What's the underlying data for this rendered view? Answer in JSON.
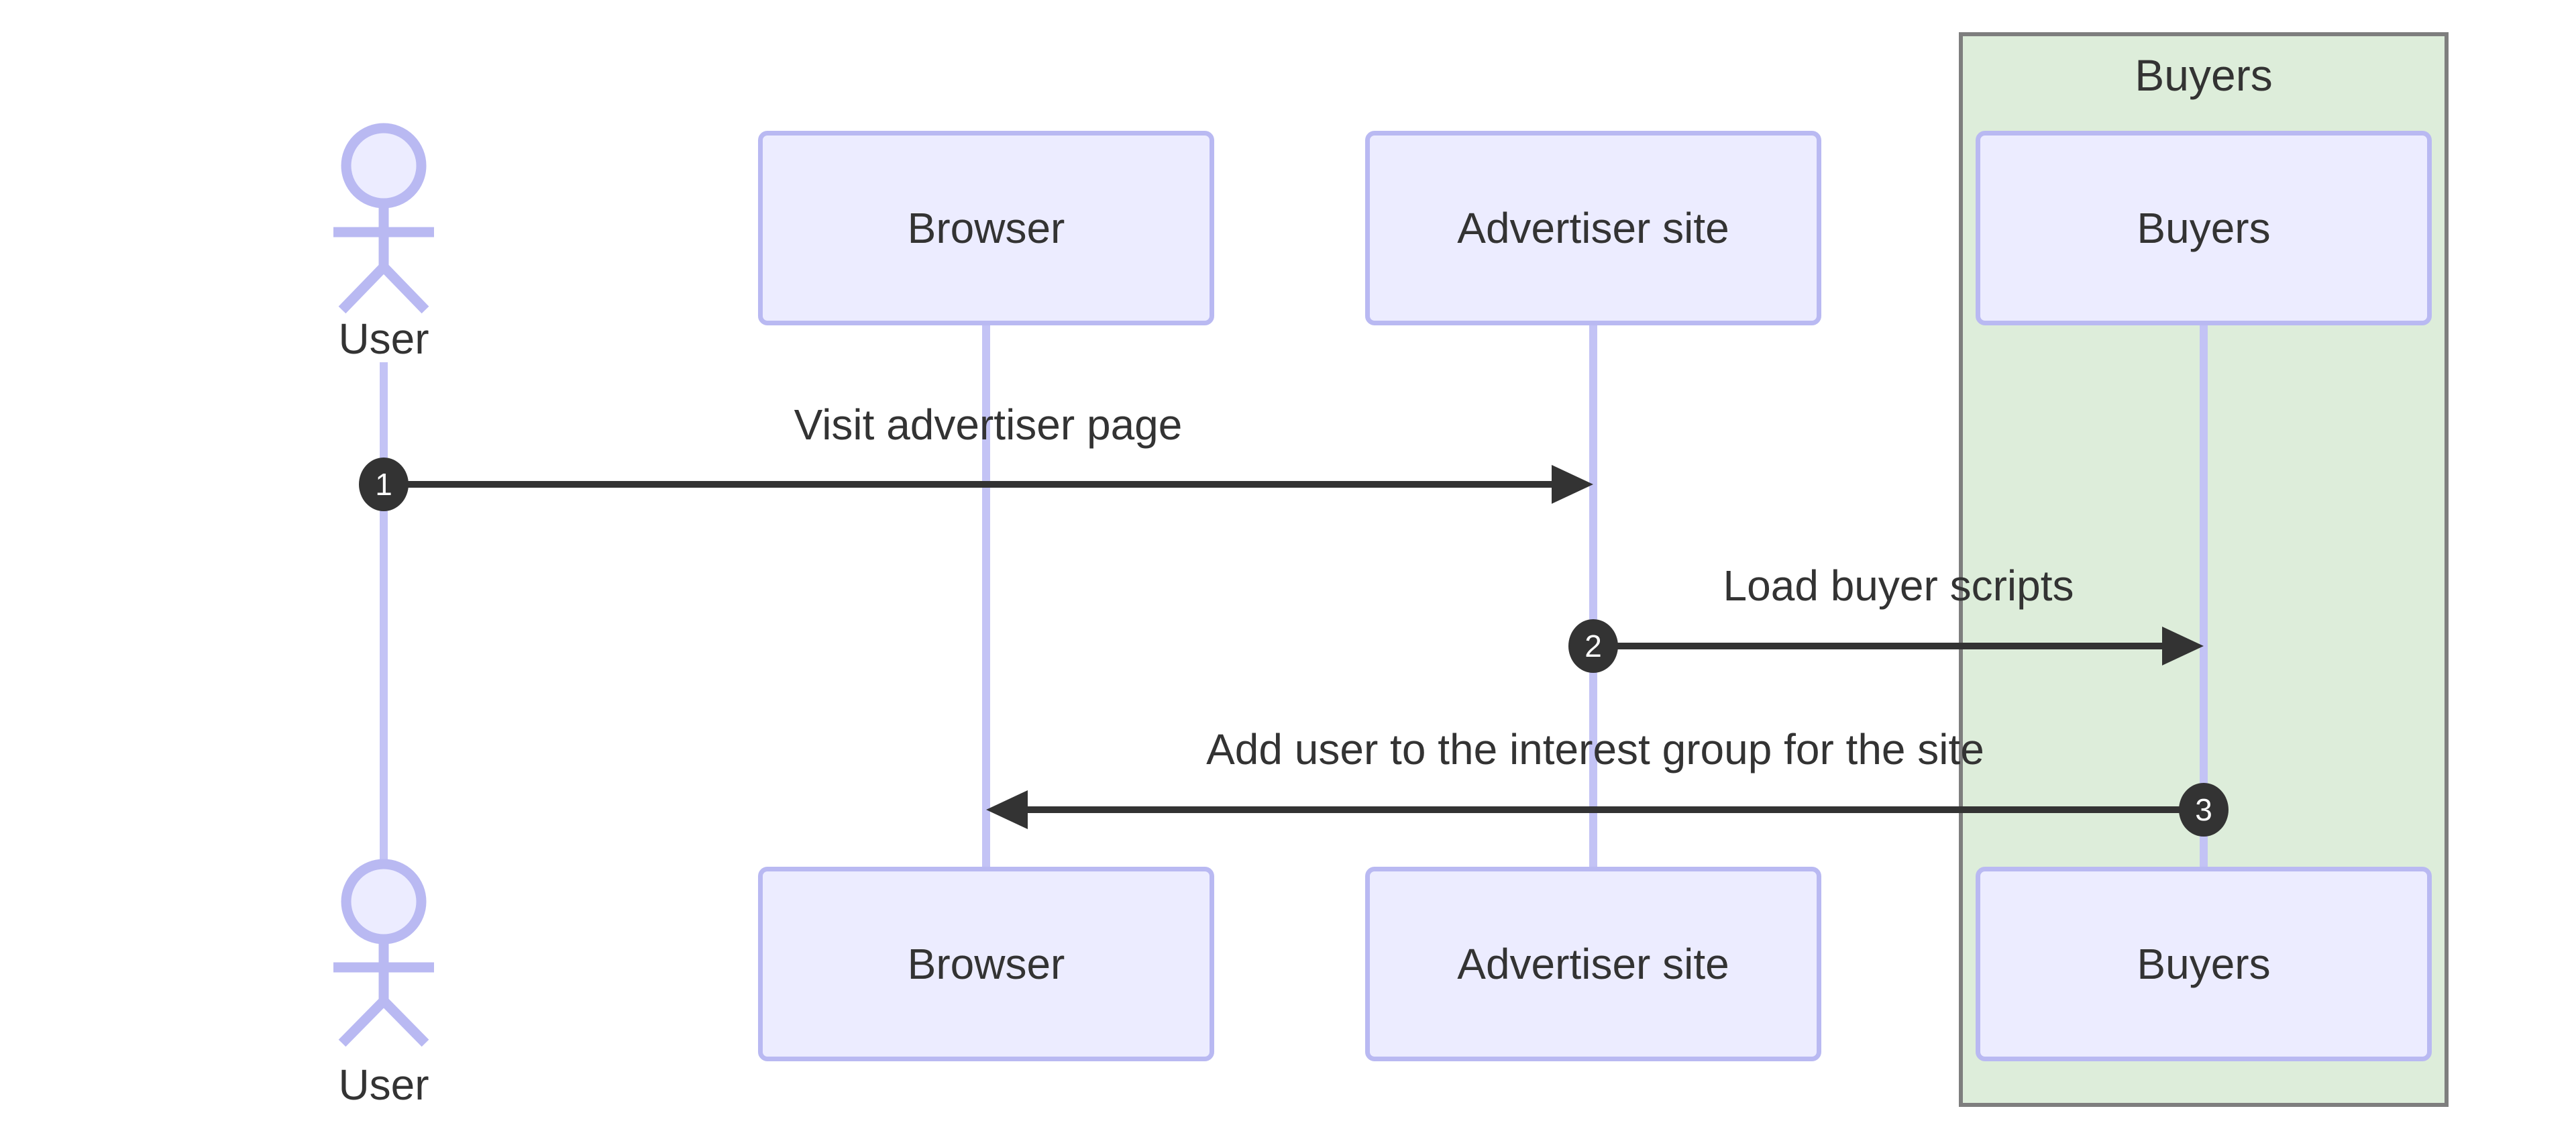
{
  "group": {
    "label": "Buyers"
  },
  "participants": {
    "user": {
      "label": "User"
    },
    "browser": {
      "label": "Browser"
    },
    "advertiser": {
      "label": "Advertiser site"
    },
    "buyers": {
      "label": "Buyers"
    }
  },
  "messages": [
    {
      "seq": "1",
      "text": "Visit advertiser page",
      "from": "User",
      "to": "Advertiser site"
    },
    {
      "seq": "2",
      "text": "Load buyer scripts",
      "from": "Advertiser site",
      "to": "Buyers"
    },
    {
      "seq": "3",
      "text": "Add user to the interest group for the site",
      "from": "Buyers",
      "to": "Browser"
    }
  ],
  "colors": {
    "participant_fill": "#ECECFF",
    "participant_border": "#B9B9F2",
    "lifeline": "#C3C3F5",
    "group_fill": "#DDEDDA",
    "group_border": "#7E7E7E",
    "message": "#333333",
    "badge_fill": "#333333",
    "badge_text": "#FFFFFF",
    "text": "#333333"
  }
}
